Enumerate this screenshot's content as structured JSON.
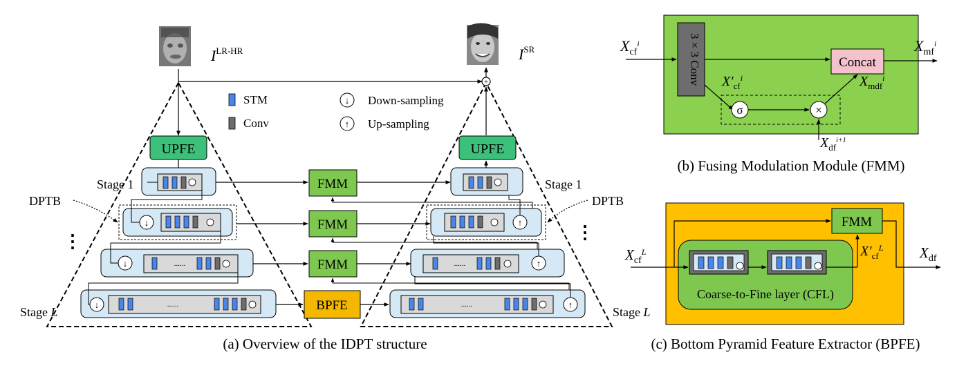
{
  "panel_a": {
    "input_label": "I",
    "input_sup": "LR-HR",
    "output_label": "I",
    "output_sup": "SR",
    "upfe": "UPFE",
    "fmm": "FMM",
    "bpfe": "BPFE",
    "stage1": "Stage 1",
    "stageL_prefix": "Stage ",
    "stageL_var": "L",
    "dptb": "DPTB",
    "vdots": "⋮",
    "dots": "......",
    "legend": {
      "stm": "STM",
      "conv": "Conv",
      "down": "Down-sampling",
      "up": "Up-sampling",
      "down_glyph": "↓",
      "up_glyph": "↑"
    },
    "caption": "(a) Overview of the IDPT structure"
  },
  "panel_b": {
    "conv": "3 × 3 Conv",
    "concat": "Concat",
    "sigma": "σ",
    "times": "×",
    "x_cf": "X",
    "x_cf_sub": "cf",
    "x_cf_sup": "i",
    "x_cf_prime": "X′",
    "x_mf": "X",
    "x_mf_sub": "mf",
    "x_mf_sup": "i",
    "x_mdf": "X",
    "x_mdf_sub": "mdf",
    "x_mdf_sup": "i",
    "x_df": "X",
    "x_df_sub": "df",
    "x_df_sup": "i+1",
    "caption": "(b) Fusing Modulation Module (FMM)"
  },
  "panel_c": {
    "fmm": "FMM",
    "cfl": "Coarse-to-Fine layer (CFL)",
    "x_cf": "X",
    "x_cf_sub": "cf",
    "x_cf_sup": "L",
    "x_cf_prime": "X′",
    "x_df": "X",
    "x_df_sub": "df",
    "caption": "(c) Bottom Pyramid Feature Extractor (BPFE)"
  },
  "colors": {
    "stm": "#4a86e8",
    "conv": "#6d6d6d",
    "stage_bg": "#d4e8f5",
    "upfe": "#3cc07a",
    "fmm": "#7ec850",
    "bpfe": "#f5b800",
    "fmm_panel": "#8bd14f",
    "bpfe_panel": "#ffc000",
    "concat": "#f4c2cc"
  }
}
